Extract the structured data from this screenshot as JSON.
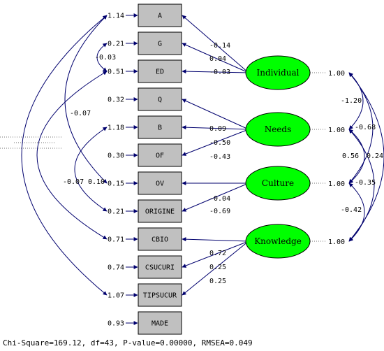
{
  "observed": [
    {
      "label": "A",
      "error": "1.14"
    },
    {
      "label": "G",
      "error": "0.21"
    },
    {
      "label": "ED",
      "error": "0.51"
    },
    {
      "label": "Q",
      "error": "0.32"
    },
    {
      "label": "B",
      "error": "1.18"
    },
    {
      "label": "OF",
      "error": "0.30"
    },
    {
      "label": "OV",
      "error": "0.15"
    },
    {
      "label": "ORIGINE",
      "error": "0.21"
    },
    {
      "label": "CBIO",
      "error": "0.71"
    },
    {
      "label": "CSUCURI",
      "error": "0.74"
    },
    {
      "label": "TIPSUCUR",
      "error": "1.07"
    },
    {
      "label": "MADE",
      "error": "0.93"
    }
  ],
  "latent": [
    {
      "label": "Individual",
      "variance": "1.00"
    },
    {
      "label": "Needs",
      "variance": "1.00"
    },
    {
      "label": "Culture",
      "variance": "1.00"
    },
    {
      "label": "Knowledge",
      "variance": "1.00"
    }
  ],
  "loadings": [
    {
      "from": 0,
      "to": 0,
      "value": "-0.14"
    },
    {
      "from": 0,
      "to": 1,
      "value": "0.04"
    },
    {
      "from": 0,
      "to": 2,
      "value": "-0.03"
    },
    {
      "from": 1,
      "to": 3,
      "value": "0.09"
    },
    {
      "from": 1,
      "to": 4,
      "value": "-0.50"
    },
    {
      "from": 1,
      "to": 5,
      "value": "-0.43"
    },
    {
      "from": 2,
      "to": 6,
      "value": "-0.04"
    },
    {
      "from": 2,
      "to": 7,
      "value": "-0.69"
    },
    {
      "from": 3,
      "to": 8,
      "value": "0.72"
    },
    {
      "from": 3,
      "to": 9,
      "value": "0.25"
    },
    {
      "from": 3,
      "to": 10,
      "value": "0.25"
    }
  ],
  "latent_covariances": [
    "-1.20",
    "-0.68",
    "0.56",
    "0.24",
    "-0.35",
    "-0.42"
  ],
  "error_covariances": [
    {
      "pair": [
        "A",
        "OV"
      ],
      "value": "-0.07"
    },
    {
      "pair": [
        "A",
        "TIPSUCUR"
      ],
      "value": "-0.07"
    },
    {
      "pair": [
        "G",
        "ED"
      ],
      "value": "-0.03"
    },
    {
      "pair": [
        "ED",
        "CBIO"
      ],
      "value": "0.10"
    },
    {
      "pair": [
        "B",
        "ORIGINE"
      ],
      "value": ""
    }
  ],
  "fit_statistics": "Chi-Square=169.12, df=43, P-value=0.00000, RMSEA=0.049",
  "colors": {
    "latent_fill": "#00ff00",
    "box_fill": "#c0c0c0",
    "path": "#00006e"
  }
}
